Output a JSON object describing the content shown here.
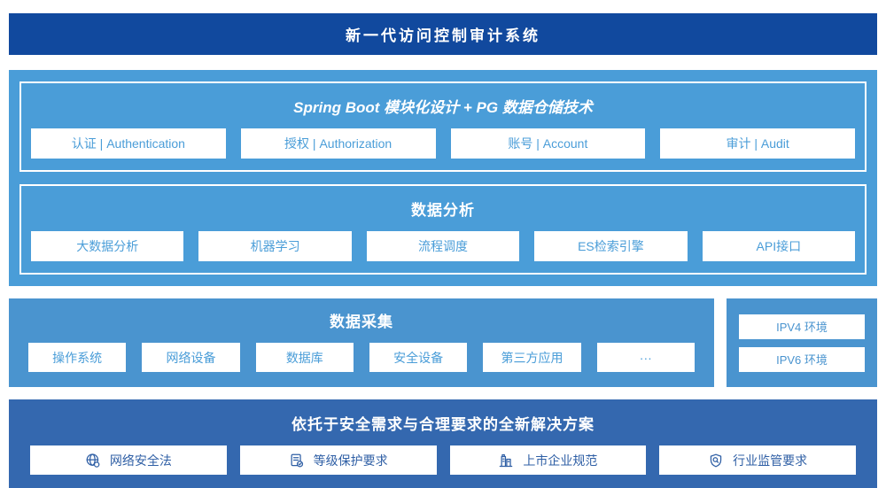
{
  "banner": {
    "title": "新一代访问控制审计系统"
  },
  "platform": {
    "modules_section": {
      "title": "Spring Boot 模块化设计 + PG 数据仓储技术",
      "items": [
        "认证 | Authentication",
        "授权 | Authorization",
        "账号 | Account",
        "审计 | Audit"
      ]
    },
    "analysis_section": {
      "title": "数据分析",
      "items": [
        "大数据分析",
        "机器学习",
        "流程调度",
        "ES检索引擎",
        "API接口"
      ]
    }
  },
  "collection": {
    "title": "数据采集",
    "items": [
      "操作系统",
      "网络设备",
      "数据库",
      "安全设备",
      "第三方应用",
      "···"
    ]
  },
  "environments": {
    "items": [
      "IPV4 环境",
      "IPV6 环境"
    ]
  },
  "solution": {
    "title": "依托于安全需求与合理要求的全新解决方案",
    "items": [
      {
        "icon": "globe-icon",
        "label": "网络安全法"
      },
      {
        "icon": "document-check-icon",
        "label": "等级保护要求"
      },
      {
        "icon": "building-icon",
        "label": "上市企业规范"
      },
      {
        "icon": "shield-search-icon",
        "label": "行业监管要求"
      }
    ]
  },
  "colors": {
    "banner_bg": "#11499E",
    "platform_bg": "#4A9DD8",
    "collection_bg": "#4A94CF",
    "solution_bg": "#3468AF",
    "box_text_light_blue": "#4A9DD8",
    "box_text_dark_blue": "#2F5FA5",
    "white": "#FFFFFF"
  }
}
